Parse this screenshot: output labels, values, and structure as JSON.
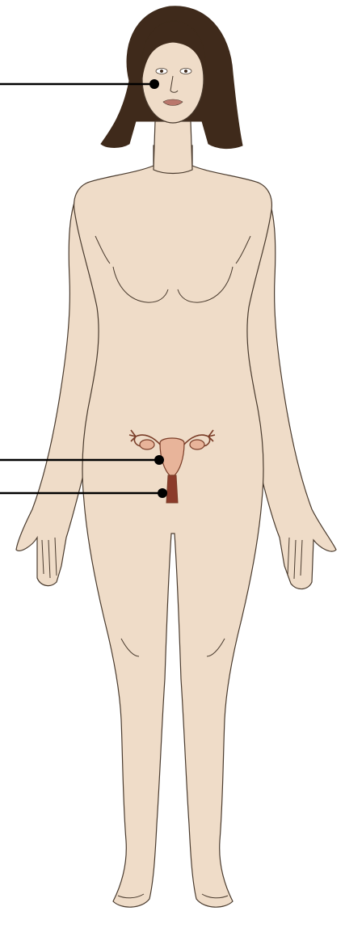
{
  "colors": {
    "background": "#ffffff",
    "skin": "#efdcc8",
    "outline": "#4a3b2e",
    "hair": "#3f2a1b",
    "leader_line": "#000000",
    "marker": "#000000",
    "uterus": "#e8b49a",
    "uterus_outline": "#7a3d28",
    "vagina": "#8b3b2a",
    "lips": "#b9776c"
  },
  "callouts": [
    {
      "id": "face",
      "target": "cheek"
    },
    {
      "id": "uterus",
      "target": "uterus"
    },
    {
      "id": "vagina",
      "target": "vaginal-canal"
    }
  ]
}
